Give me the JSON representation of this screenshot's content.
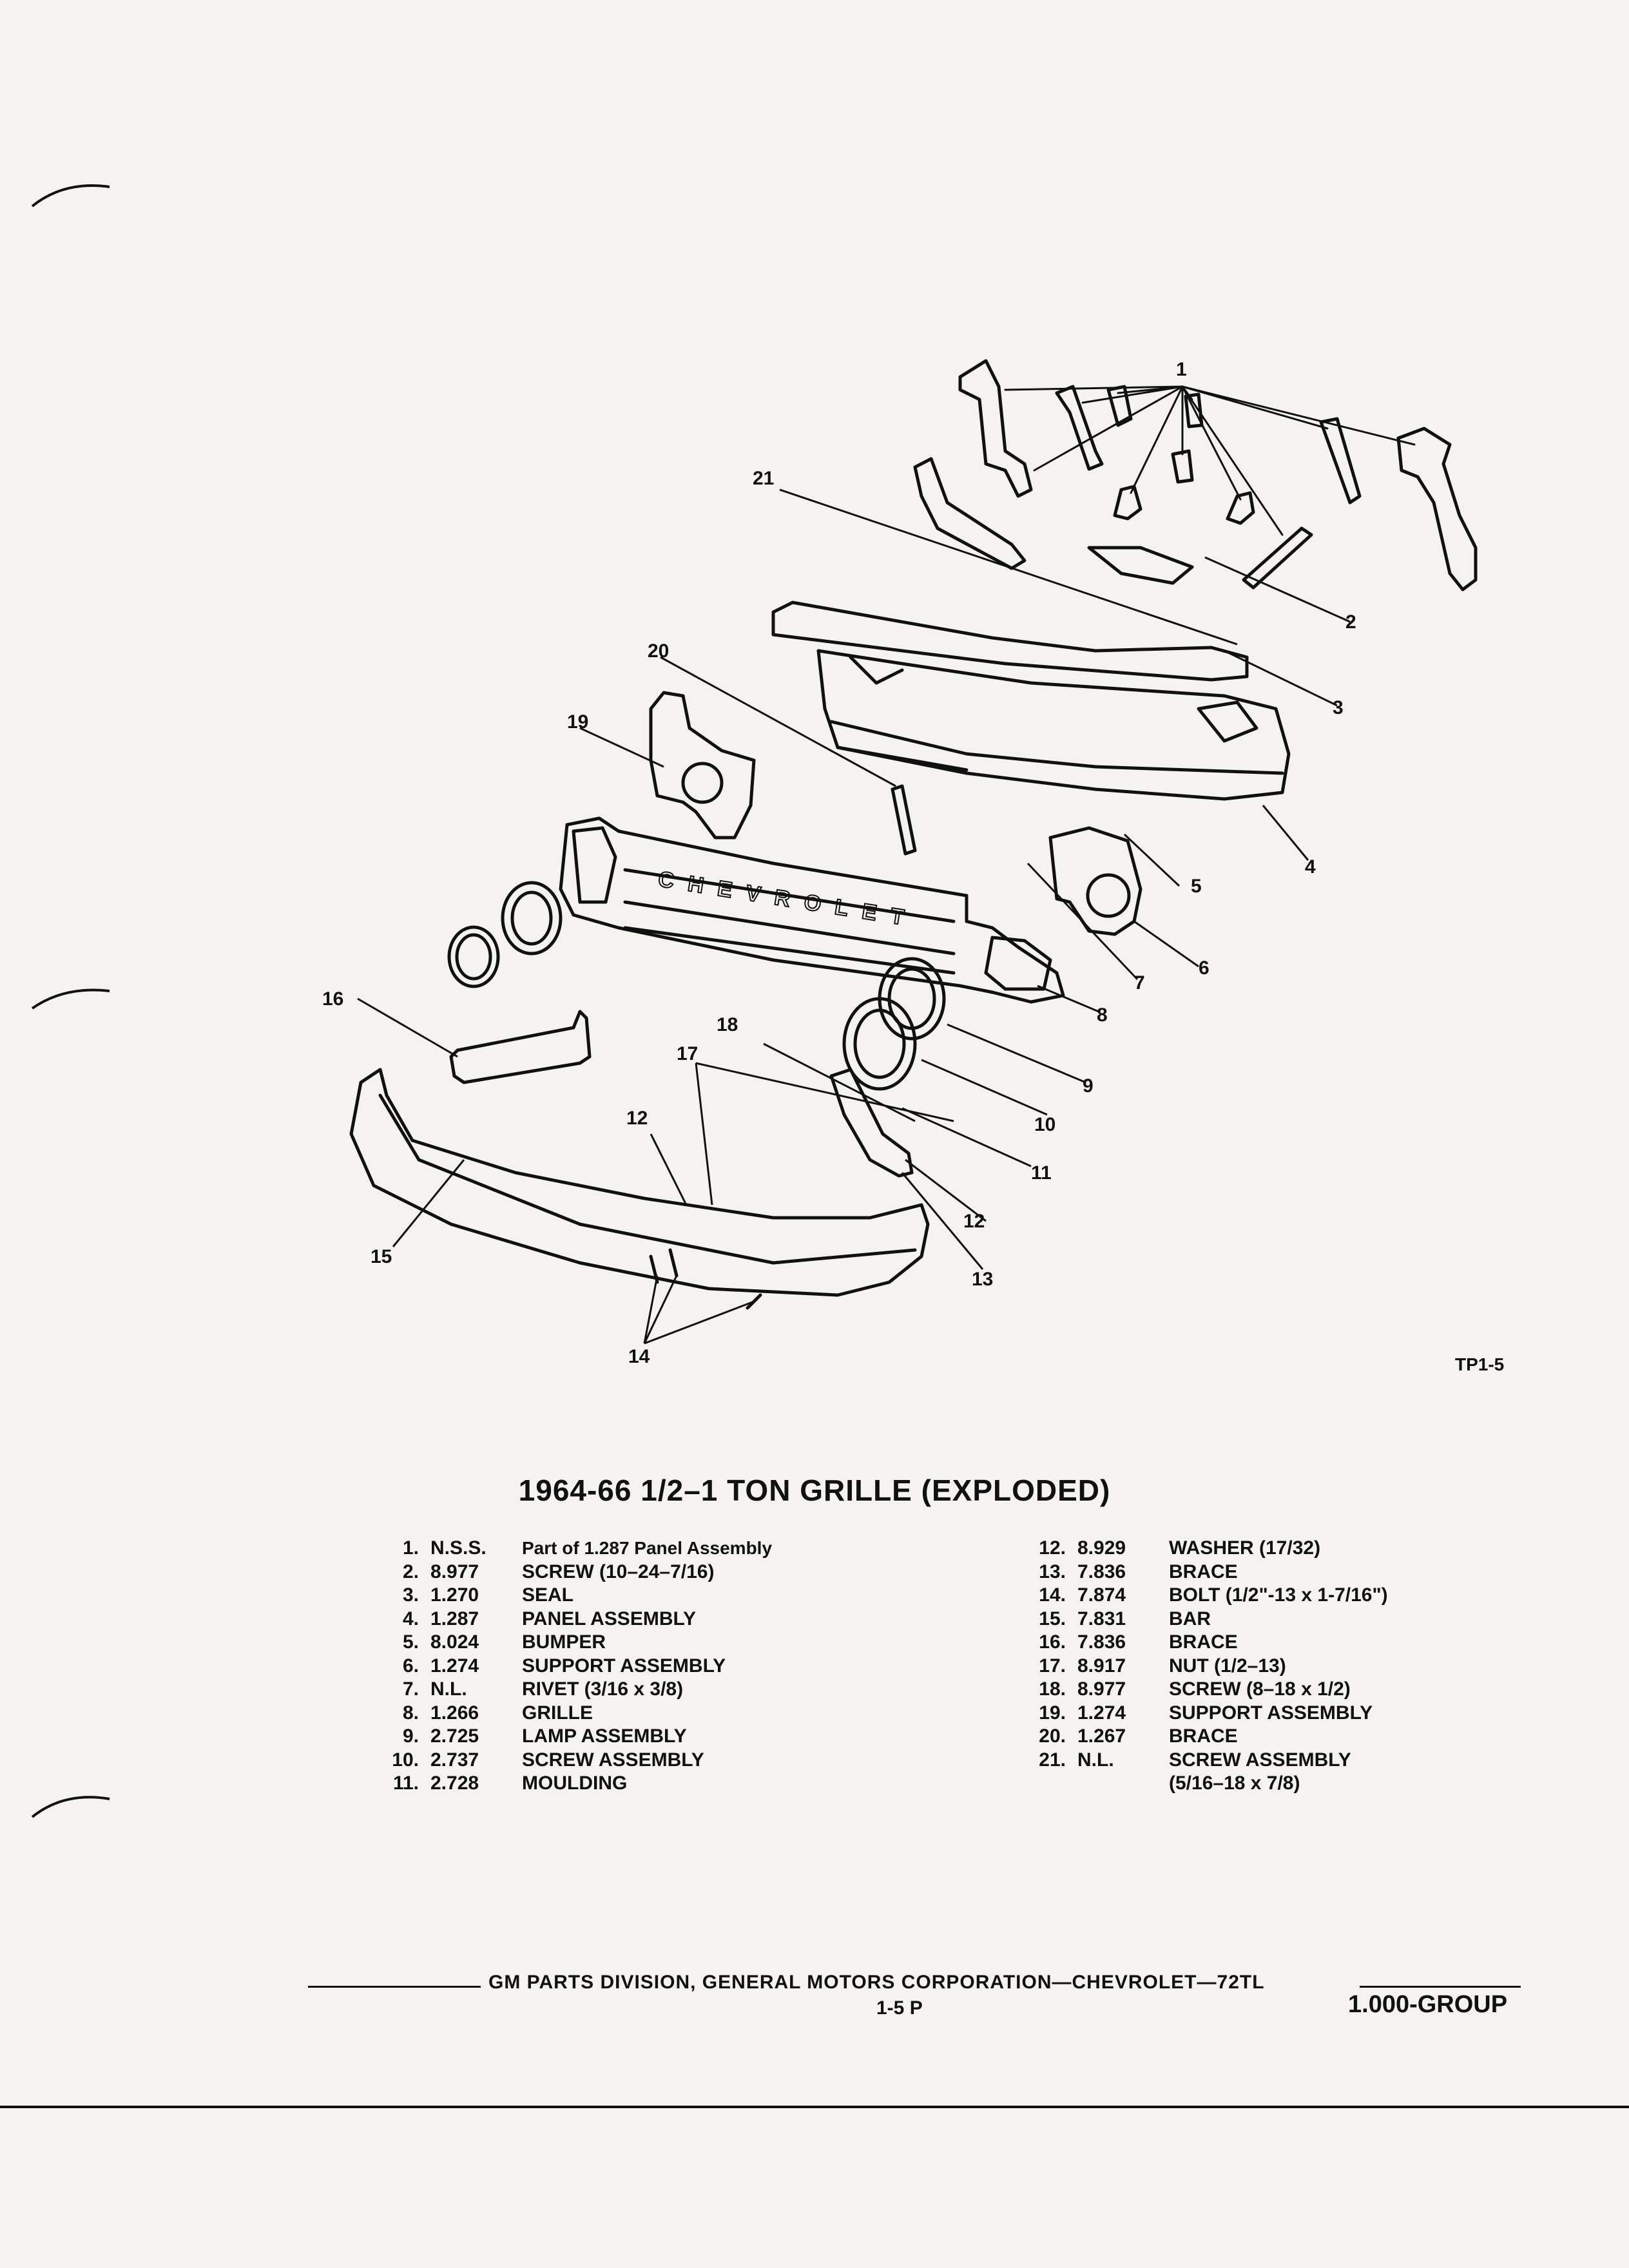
{
  "diagram": {
    "code": "TP1-5",
    "chevrolet_lettering": "CHEVROLET",
    "callouts": [
      "1",
      "2",
      "3",
      "4",
      "5",
      "6",
      "7",
      "8",
      "9",
      "10",
      "11",
      "12",
      "12",
      "13",
      "14",
      "15",
      "16",
      "17",
      "18",
      "19",
      "20",
      "21"
    ]
  },
  "title": "1964-66 1/2–1 TON GRILLE (EXPLODED)",
  "parts_left": [
    {
      "num": "1.",
      "code": "N.S.S.",
      "desc": "Part of 1.287 Panel Assembly",
      "small": true
    },
    {
      "num": "2.",
      "code": "8.977",
      "desc": "SCREW (10–24–7/16)"
    },
    {
      "num": "3.",
      "code": "1.270",
      "desc": "SEAL"
    },
    {
      "num": "4.",
      "code": "1.287",
      "desc": "PANEL ASSEMBLY"
    },
    {
      "num": "5.",
      "code": "8.024",
      "desc": "BUMPER"
    },
    {
      "num": "6.",
      "code": "1.274",
      "desc": "SUPPORT ASSEMBLY"
    },
    {
      "num": "7.",
      "code": "N.L.",
      "desc": "RIVET (3/16 x 3/8)"
    },
    {
      "num": "8.",
      "code": "1.266",
      "desc": "GRILLE"
    },
    {
      "num": "9.",
      "code": "2.725",
      "desc": "LAMP ASSEMBLY"
    },
    {
      "num": "10.",
      "code": "2.737",
      "desc": "SCREW ASSEMBLY"
    },
    {
      "num": "11.",
      "code": "2.728",
      "desc": "MOULDING"
    }
  ],
  "parts_right": [
    {
      "num": "12.",
      "code": "8.929",
      "desc": "WASHER (17/32)"
    },
    {
      "num": "13.",
      "code": "7.836",
      "desc": "BRACE"
    },
    {
      "num": "14.",
      "code": "7.874",
      "desc": "BOLT (1/2\"-13 x 1-7/16\")"
    },
    {
      "num": "15.",
      "code": "7.831",
      "desc": "BAR"
    },
    {
      "num": "16.",
      "code": "7.836",
      "desc": "BRACE"
    },
    {
      "num": "17.",
      "code": "8.917",
      "desc": "NUT (1/2–13)"
    },
    {
      "num": "18.",
      "code": "8.977",
      "desc": "SCREW (8–18 x 1/2)"
    },
    {
      "num": "19.",
      "code": "1.274",
      "desc": "SUPPORT ASSEMBLY"
    },
    {
      "num": "20.",
      "code": "1.267",
      "desc": "BRACE"
    },
    {
      "num": "21.",
      "code": "N.L.",
      "desc": "SCREW ASSEMBLY"
    }
  ],
  "parts_right_extra": "(5/16–18 x 7/8)",
  "footer": {
    "text": "GM PARTS DIVISION, GENERAL MOTORS CORPORATION—CHEVROLET—72TL",
    "page": "1-5 P",
    "group": "1.000-GROUP"
  }
}
